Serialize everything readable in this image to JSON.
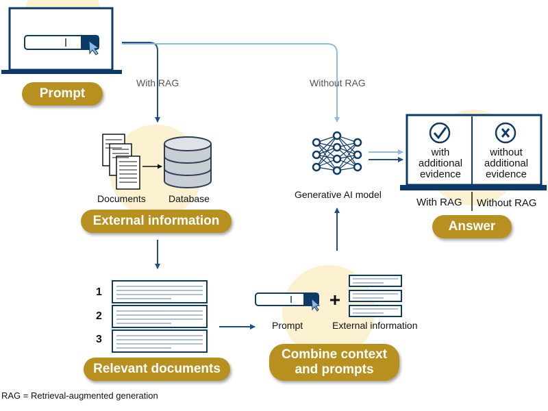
{
  "labels": {
    "with_rag_path": "With RAG",
    "without_rag_path": "Without RAG",
    "documents": "Documents",
    "database": "Database",
    "generative_ai_model": "Generative AI model",
    "prompt_small": "Prompt",
    "external_information_small": "External information"
  },
  "pills": {
    "prompt": "Prompt",
    "external_information": "External information",
    "relevant_documents": "Relevant documents",
    "combine_line1": "Combine context",
    "combine_line2": "and prompts",
    "answer": "Answer"
  },
  "ranks": [
    "1",
    "2",
    "3"
  ],
  "answer_panel": {
    "left": [
      "with",
      "additional",
      "evidence"
    ],
    "right": [
      "without",
      "additional",
      "evidence"
    ],
    "left_caption": "With RAG",
    "right_caption": "Without RAG"
  },
  "footer": {
    "definition": "RAG = Retrieval-augmented generation"
  },
  "colors": {
    "navy": "#0d3a66",
    "arrow_dark": "#1f4f86",
    "arrow_light": "#8fb9e3",
    "gold": "#b8901f",
    "halo": "#fbf0cf"
  }
}
